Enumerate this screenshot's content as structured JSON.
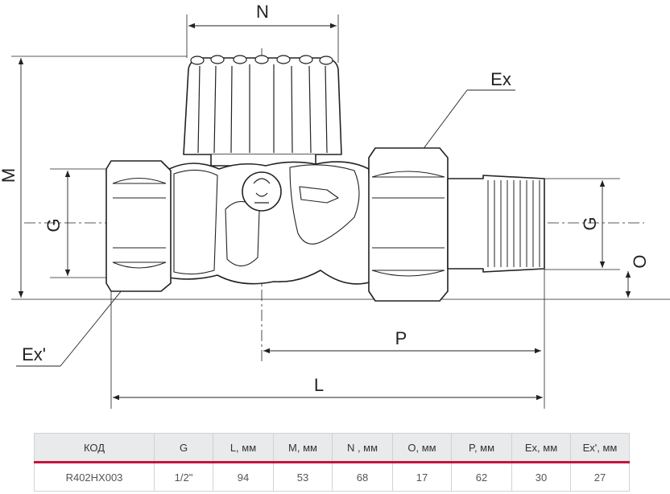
{
  "labels": {
    "N": "N",
    "M": "M",
    "G_left": "G",
    "G_right": "G",
    "O": "O",
    "Ex": "Ex",
    "Ex_prime": "Ex'",
    "P": "P",
    "L": "L"
  },
  "table": {
    "headers": [
      "КОД",
      "G",
      "L, мм",
      "M, мм",
      "N , мм",
      "O, мм",
      "P, мм",
      "Ex, мм",
      "Ex', мм"
    ],
    "rows": [
      [
        "R402HX003",
        "1/2\"",
        "94",
        "53",
        "68",
        "17",
        "62",
        "30",
        "27"
      ]
    ]
  },
  "colors": {
    "accent_line": "#c4143a",
    "header_bg": "#e9eaec",
    "line": "#222222"
  }
}
